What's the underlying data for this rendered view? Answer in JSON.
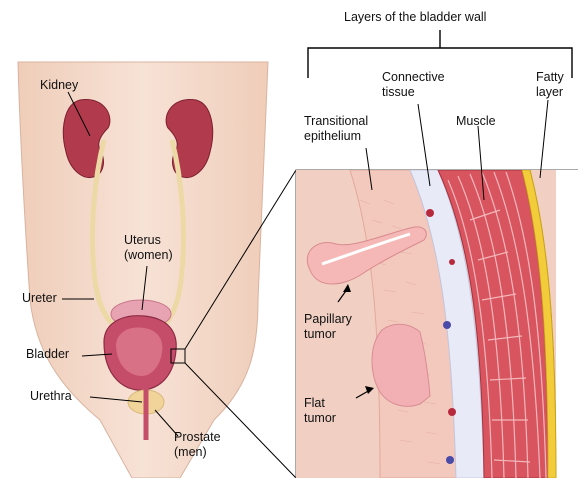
{
  "header": {
    "layers_title": "Layers of the bladder wall"
  },
  "labels": {
    "kidney": "Kidney",
    "uterus": "Uterus\n(women)",
    "ureter": "Ureter",
    "bladder": "Bladder",
    "urethra": "Urethra",
    "prostate": "Prostate\n(men)",
    "connective": "Connective\ntissue",
    "fatty": "Fatty\nlayer",
    "transitional": "Transitional\nepithelium",
    "muscle": "Muscle",
    "papillary": "Papillary\ntumor",
    "flat": "Flat\ntumor"
  },
  "colors": {
    "skin": "#f3d7c6",
    "kidney": "#b03a4c",
    "ureter": "#f2e2b0",
    "bladder": "#c64d6a",
    "muscle": "#d95763",
    "epithelium": "#f1c2b7",
    "connective": "#e9ecf7",
    "fat": "#f2cc3a"
  }
}
